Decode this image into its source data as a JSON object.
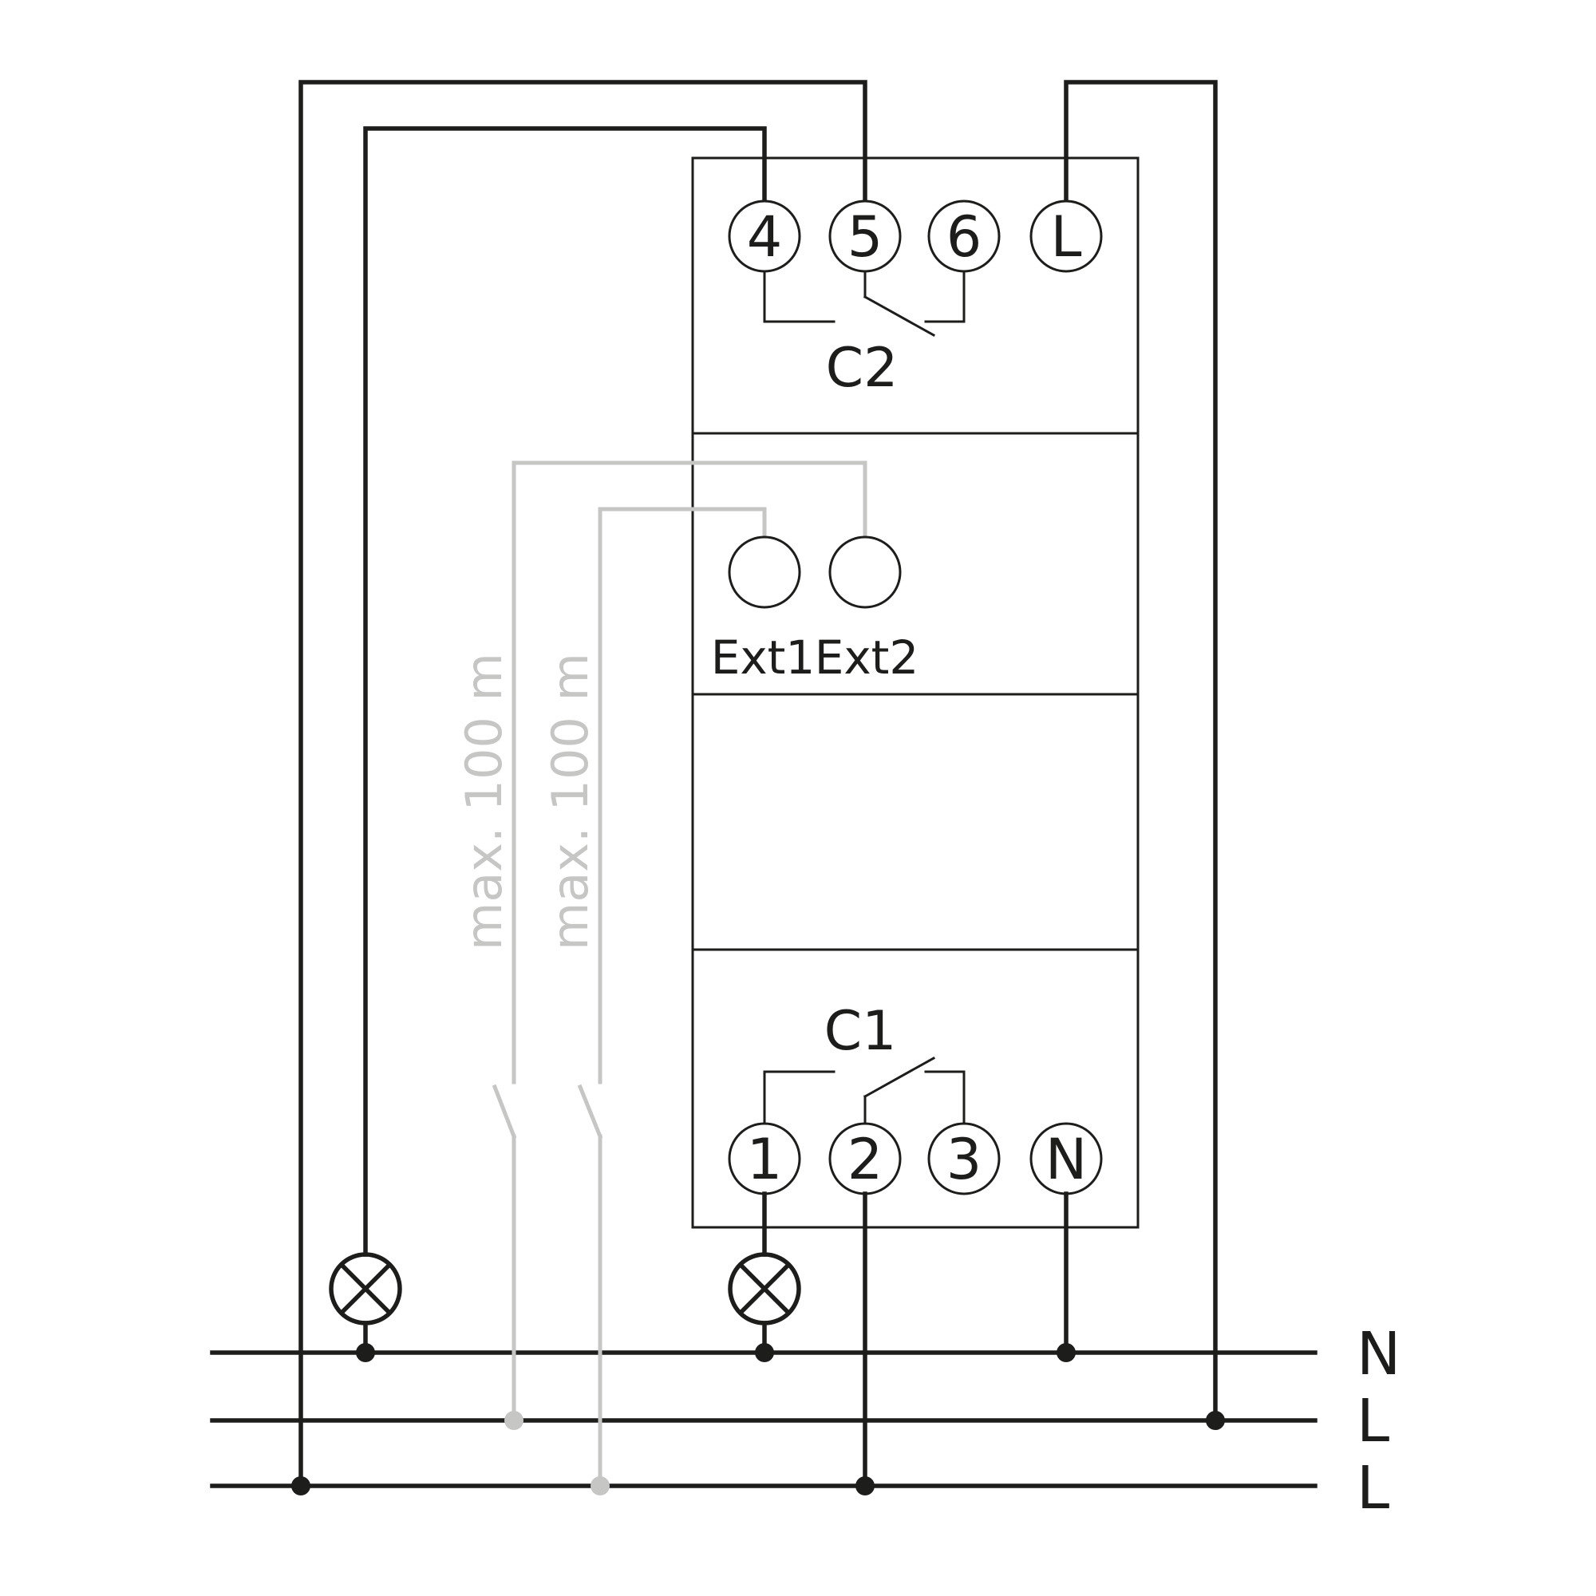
{
  "terminals_top": [
    "4",
    "5",
    "6",
    "L"
  ],
  "terminals_bottom": [
    "1",
    "2",
    "3",
    "N"
  ],
  "contacts": {
    "upper": "C2",
    "lower": "C1"
  },
  "ext_inputs": [
    "Ext1",
    "Ext2"
  ],
  "cable_length": [
    "max. 100 m",
    "max. 100 m"
  ],
  "rails": [
    "N",
    "L",
    "L"
  ],
  "colors": {
    "wire": "#1d1d1b",
    "control_wire": "#c6c6c5",
    "background": "#ffffff"
  }
}
